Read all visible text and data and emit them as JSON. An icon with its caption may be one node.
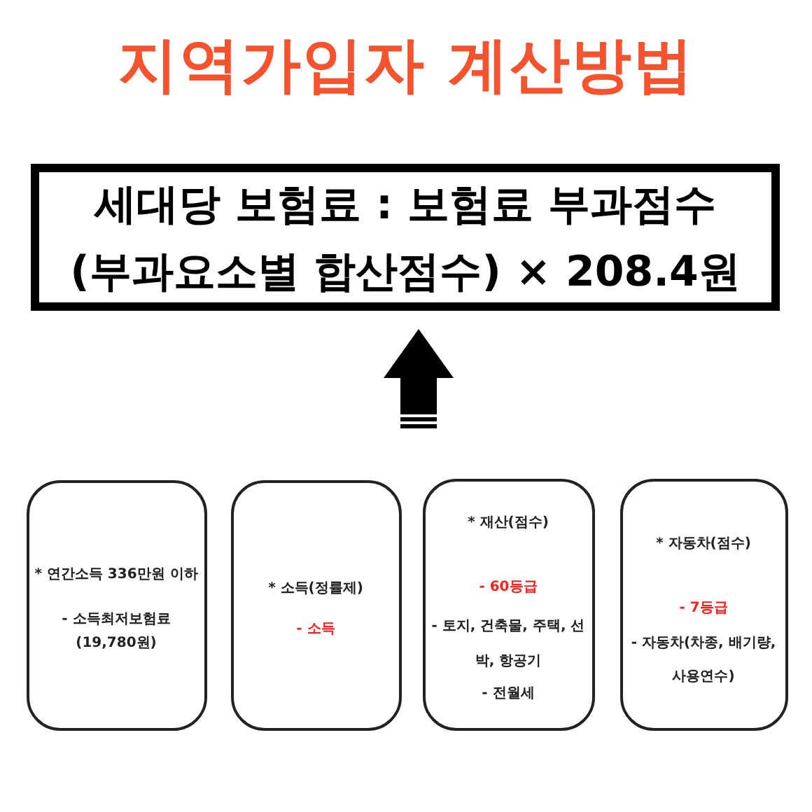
{
  "diagram": {
    "title": "지역가입자 계산방법",
    "nodes": [
      {
        "text": [
          "세대당 보험료 : 보험료 부과점수 (부과요소별 합산점수) × 208.4원"
        ]
      },
      {
        "text": [
          "* 연간소득 336만원 이하",
          "- 소득최저보험료 (19,780원)"
        ]
      },
      {
        "text": [
          "* 소득(정률제)",
          "- 소득"
        ]
      },
      {
        "text": [
          "* 재산(점수)",
          "- 60등급",
          "- 토지, 건축물, 주택, 선박, 항공기",
          "- 전월세"
        ]
      },
      {
        "text": [
          "* 자동차(점수)",
          "- 7등급",
          "- 자동차(차종, 배기량, 사용연수)"
        ]
      }
    ],
    "edges": [
      {
        "from": 2,
        "to": 0,
        "arrow": "to"
      }
    ]
  }
}
